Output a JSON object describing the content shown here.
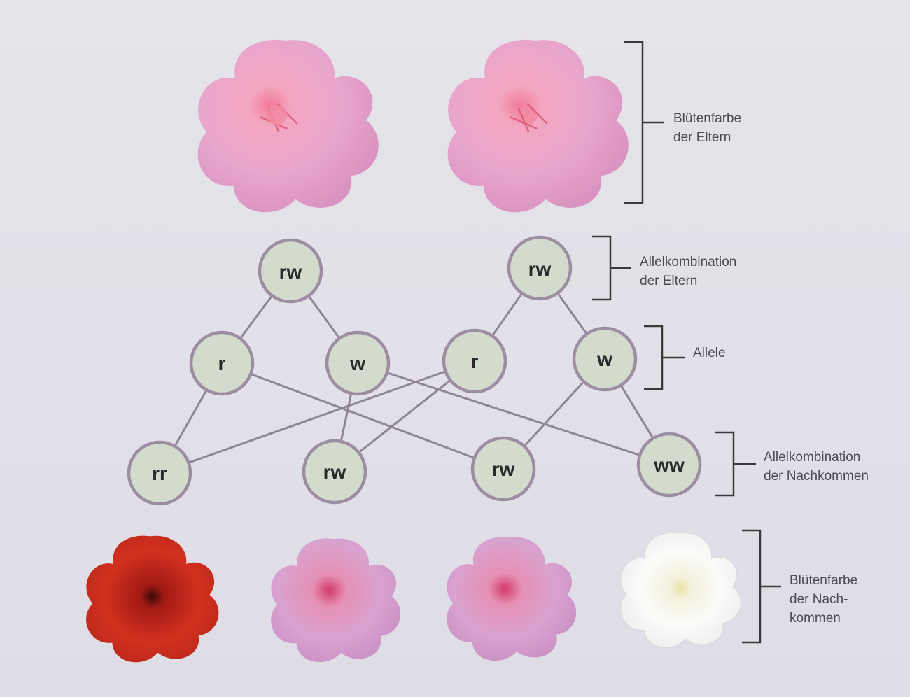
{
  "diagram": {
    "labels": {
      "parent_color": [
        "Blütenfarbe",
        "der Eltern"
      ],
      "parent_alleles": [
        "Allelkombination",
        "der Eltern"
      ],
      "alleles": [
        "Allele"
      ],
      "offspring_alleles": [
        "Allelkombination",
        "der Nachkommen"
      ],
      "offspring_color": [
        "Blütenfarbe",
        "der Nach-",
        "kommen"
      ]
    },
    "parent_nodes": [
      {
        "id": "p1",
        "text": "rw"
      },
      {
        "id": "p2",
        "text": "rw"
      }
    ],
    "allele_nodes": [
      {
        "id": "a1",
        "text": "r",
        "parent": "p1"
      },
      {
        "id": "a2",
        "text": "w",
        "parent": "p1"
      },
      {
        "id": "a3",
        "text": "r",
        "parent": "p2"
      },
      {
        "id": "a4",
        "text": "w",
        "parent": "p2"
      }
    ],
    "offspring_nodes": [
      {
        "id": "o1",
        "text": "rr",
        "from": [
          "a1",
          "a3"
        ]
      },
      {
        "id": "o2",
        "text": "rw",
        "from": [
          "a2",
          "a3"
        ]
      },
      {
        "id": "o3",
        "text": "rw",
        "from": [
          "a1",
          "a4"
        ]
      },
      {
        "id": "o4",
        "text": "ww",
        "from": [
          "a2",
          "a4"
        ]
      }
    ],
    "flower_colors": {
      "pink": "#e8a6c8",
      "red": "#cc2a1c",
      "white": "#f7f7f5",
      "accent": "#9c8ea2",
      "node_fill": "#d3dbcd"
    },
    "parent_flowers": [
      "pink",
      "pink"
    ],
    "offspring_flowers": [
      "red",
      "pink",
      "pink",
      "white"
    ]
  }
}
